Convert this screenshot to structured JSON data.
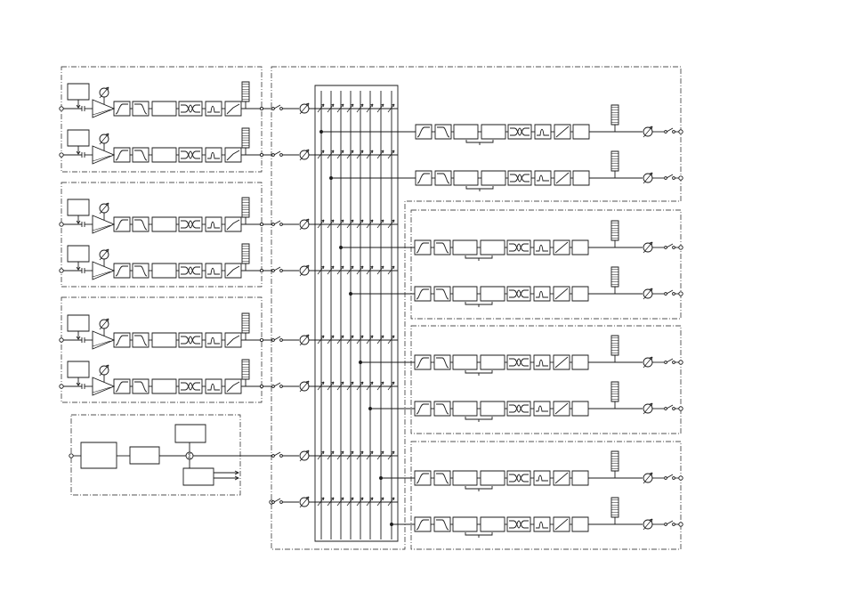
{
  "diagram": {
    "line_color": "#1a1a1a",
    "background": "#ffffff",
    "input_groups": 3,
    "channels_per_input_group": 2,
    "output_groups": 3,
    "channels_per_output_group": 2,
    "standalone_outputs": 2,
    "matrix_buses": 8,
    "input_chain": [
      "gain-box",
      "phantom-knob",
      "preamp",
      "highpass-filter",
      "lowpass-filter",
      "delay-box",
      "notch-eq",
      "parametric-eq",
      "compressor",
      "level-meter"
    ],
    "output_chain": [
      "highpass-filter",
      "lowpass-filter",
      "delay-box",
      "delay-box",
      "notch-eq",
      "parametric-eq",
      "compressor",
      "limiter-box",
      "level-meter",
      "level-knob",
      "mute-switch"
    ],
    "signal_generator_symbol": "Σ"
  }
}
